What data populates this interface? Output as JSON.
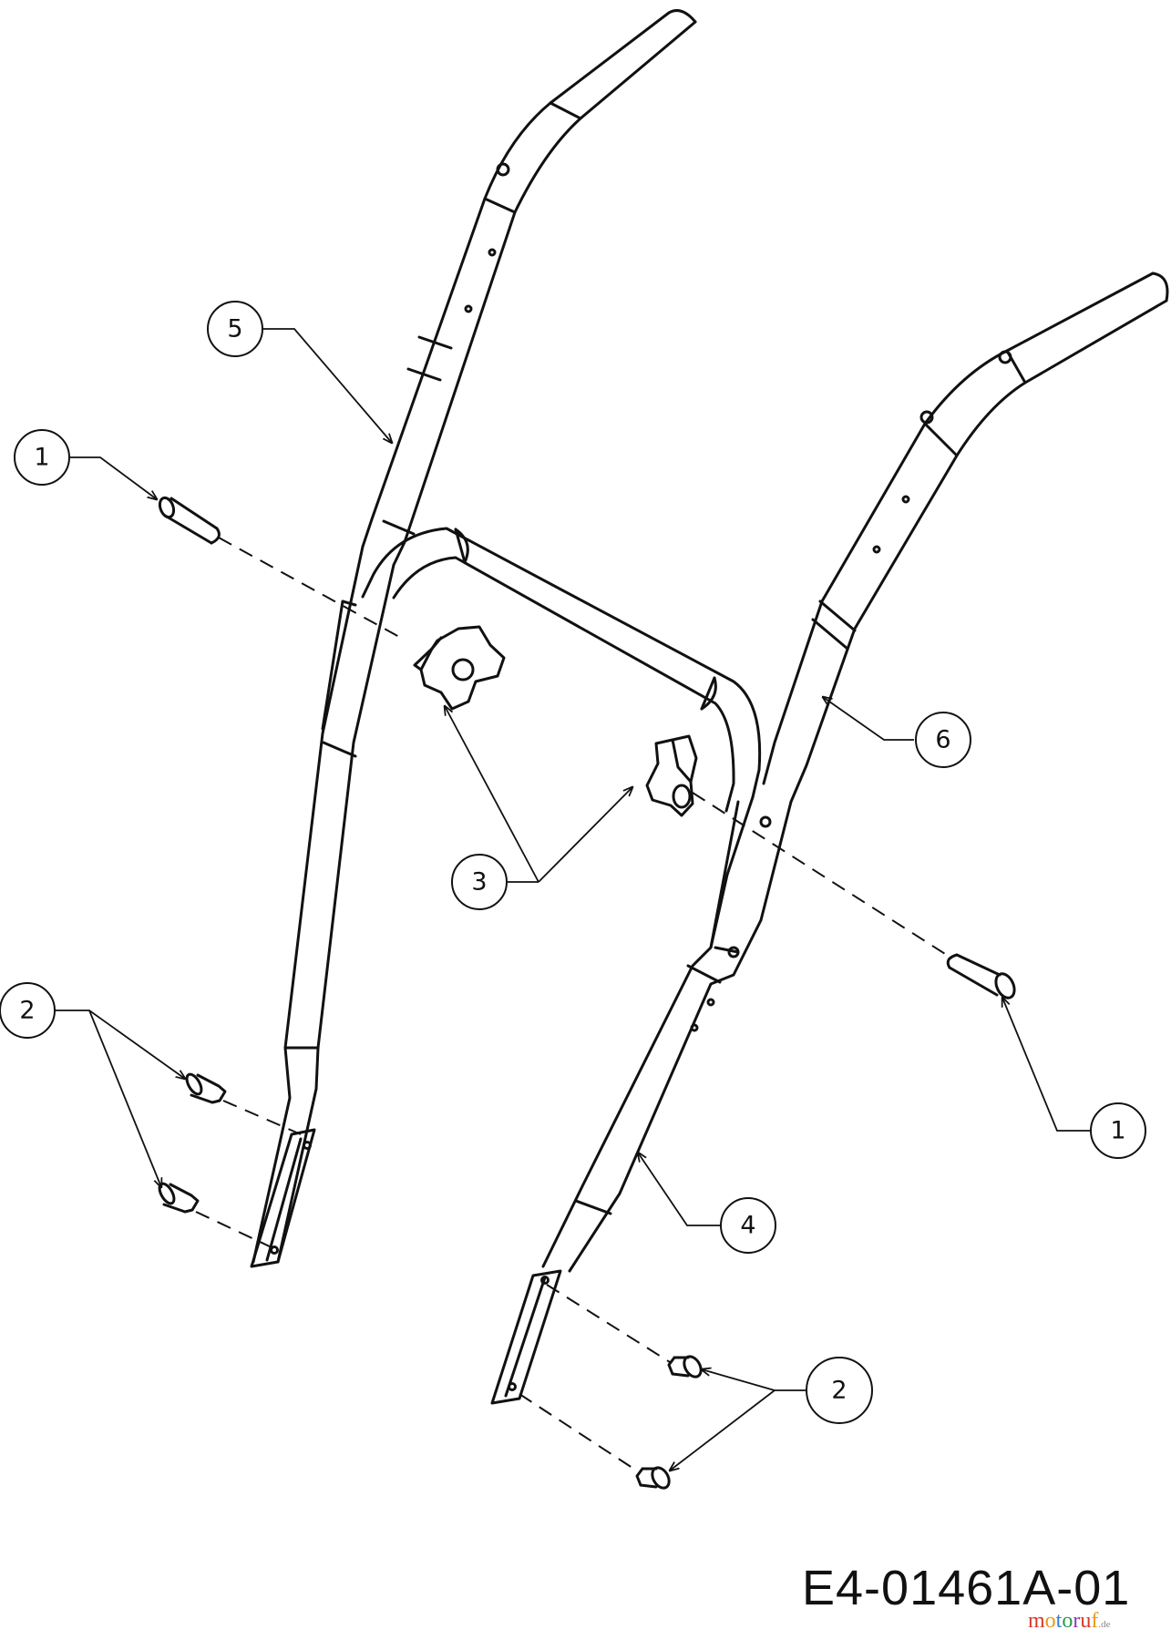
{
  "diagram": {
    "callouts": [
      {
        "id": "c1a",
        "label": "1"
      },
      {
        "id": "c1b",
        "label": "1"
      },
      {
        "id": "c2a",
        "label": "2"
      },
      {
        "id": "c2b",
        "label": "2"
      },
      {
        "id": "c3",
        "label": "3"
      },
      {
        "id": "c4",
        "label": "4"
      },
      {
        "id": "c5",
        "label": "5"
      },
      {
        "id": "c6",
        "label": "6"
      }
    ],
    "drawing_code": "E4-01461A-01",
    "watermark": {
      "brand": "motoruf",
      "suffix": ".de",
      "colors": [
        "#d43a2a",
        "#e89a1a",
        "#3a7bd5",
        "#2a9a4a",
        "#8a3ab9",
        "#d43a2a",
        "#e89a1a"
      ]
    },
    "line_color": "#111111",
    "fill_color": "#ffffff"
  }
}
